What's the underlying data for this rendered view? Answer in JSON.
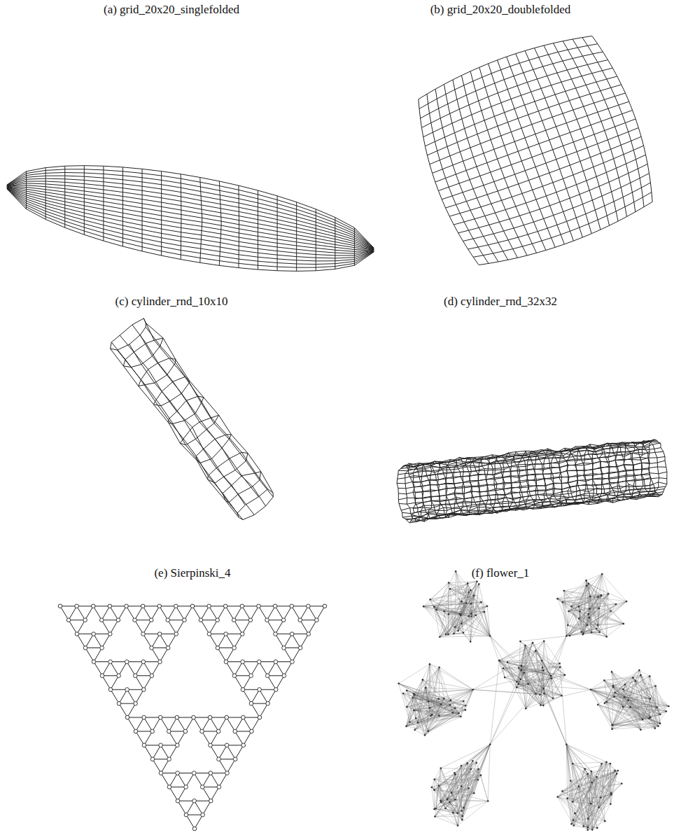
{
  "diagram": {
    "labels": [
      "(a) grid_20x20_singlefolded",
      "(b) grid_20x20_doublefolded",
      "(c) cylinder_rnd_10x10",
      "(d) cylinder_rnd_32x32",
      "(e) Sierpinski_4",
      "(f) flower_1"
    ]
  }
}
